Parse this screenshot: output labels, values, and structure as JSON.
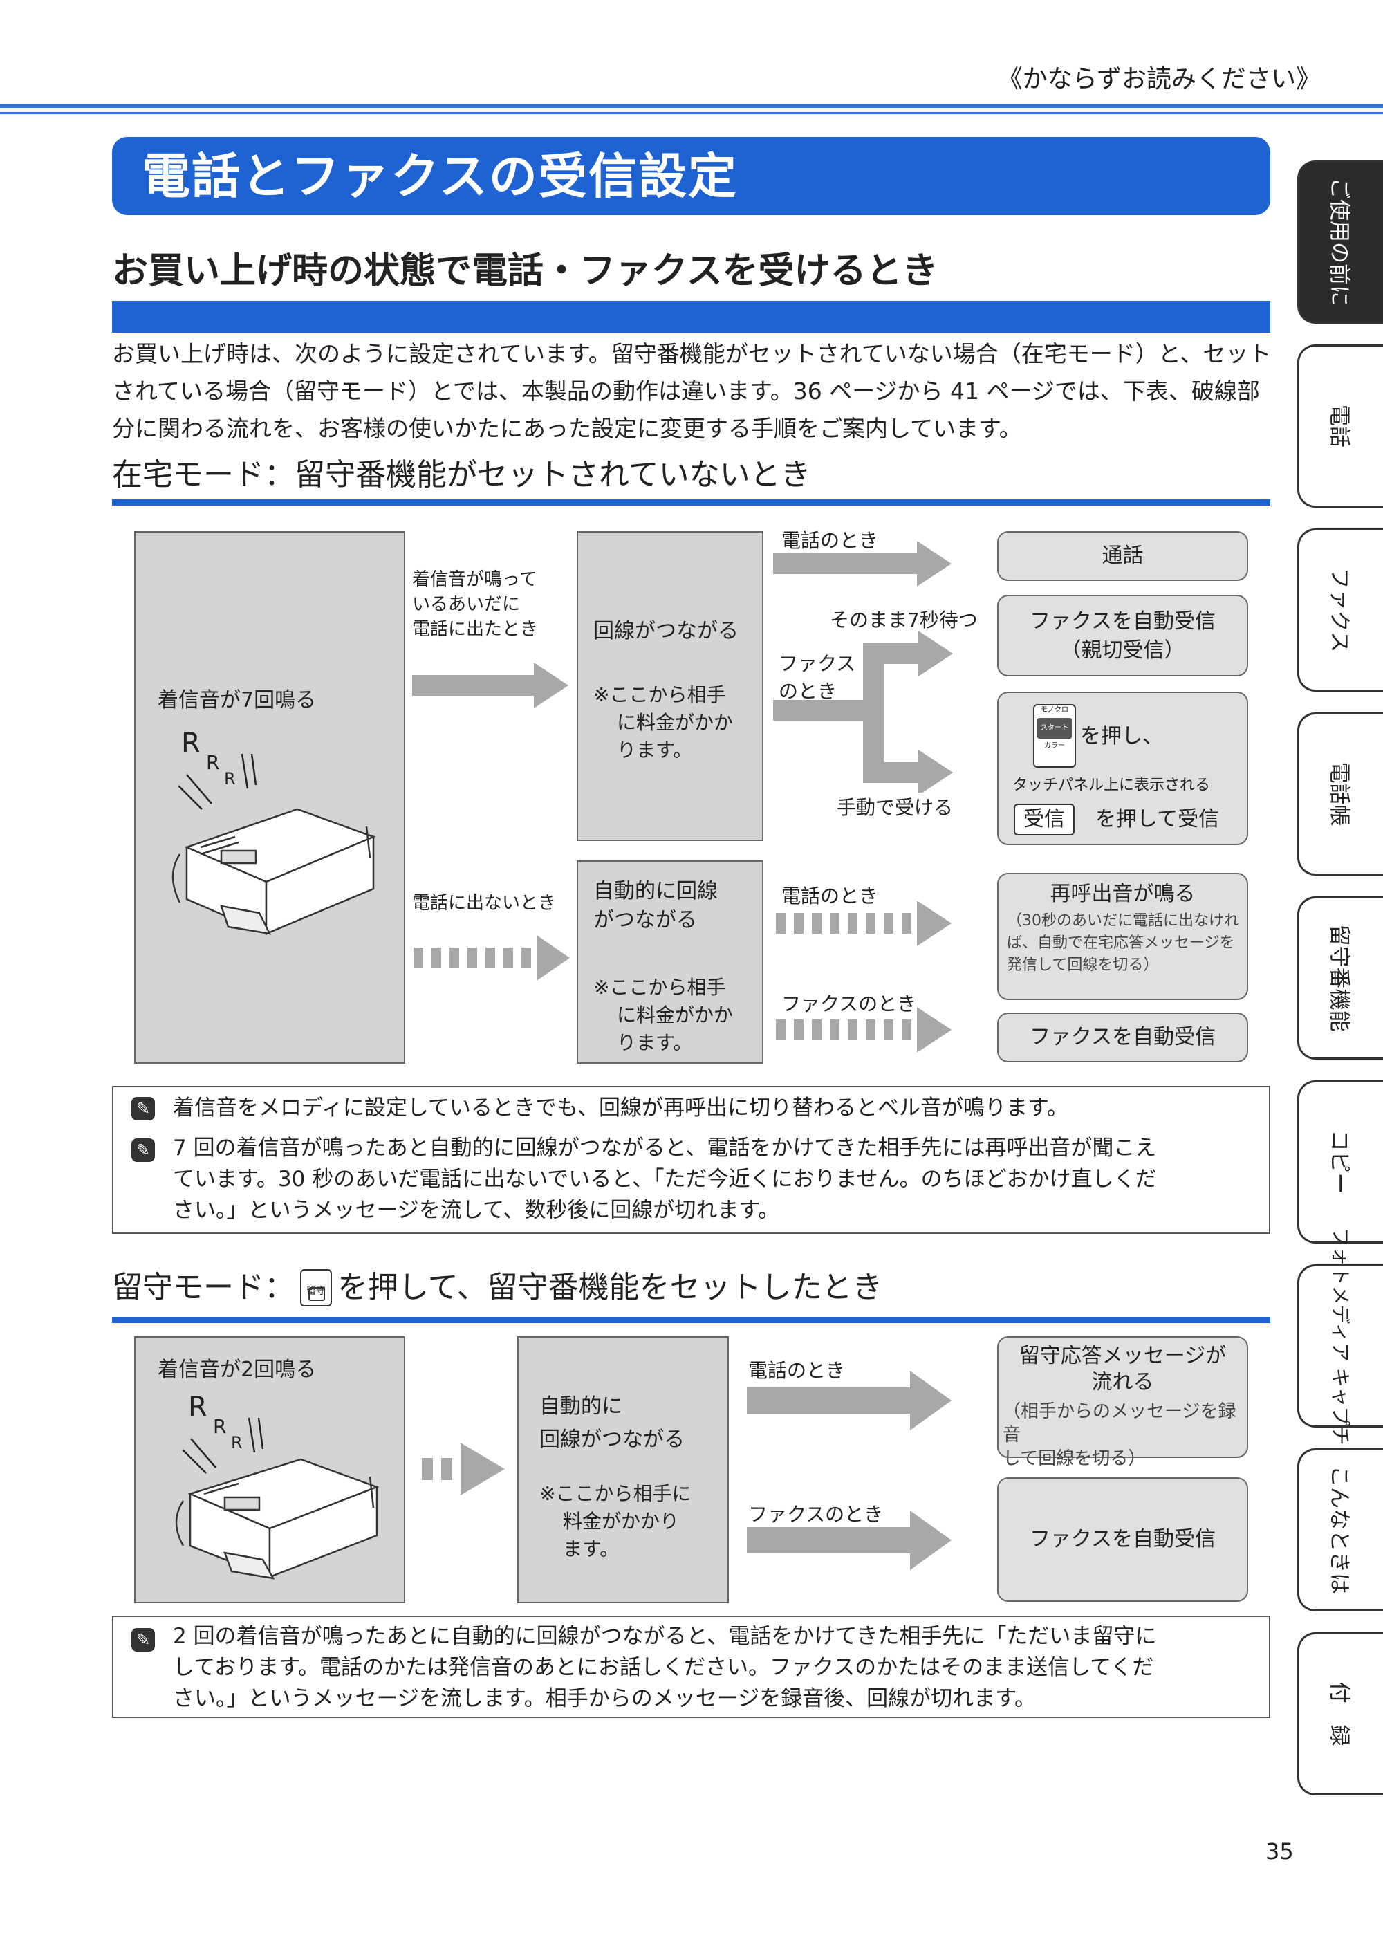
{
  "header": {
    "note": "《かならずお読みください》"
  },
  "page_title": "電話とファクスの受信設定",
  "section1": {
    "title": "お買い上げ時の状態で電話・ファクスを受けるとき",
    "intro": "お買い上げ時は、次のように設定されています。留守番機能がセットされていない場合（在宅モード）と、セットされている場合（留守モード）とでは、本製品の動作は違います。36 ページから 41 ページでは、下表、破線部分に関わる流れを、お客様の使いかたにあった設定に変更する手順をご案内しています。"
  },
  "zaitaku": {
    "heading": "在宅モード：留守番機能がセットされていないとき",
    "ring_label": "着信音が7回鳴る",
    "answer_cond": [
      "着信音が鳴って",
      "いるあいだに",
      "電話に出たとき"
    ],
    "no_answer_cond": "電話に出ないとき",
    "connect_box": {
      "title": "回線がつながる",
      "note": [
        "※ここから相手",
        "に料金がかか",
        "ります。"
      ]
    },
    "auto_box": {
      "title": [
        "自動的に回線",
        "がつながる"
      ],
      "note": [
        "※ここから相手",
        "に料金がかか",
        "ります。"
      ]
    },
    "label_phone_1": "電話のとき",
    "label_fax_1": [
      "ファクス",
      "のとき"
    ],
    "label_wait": "そのまま7秒待つ",
    "label_manual": "手動で受ける",
    "label_phone_2": "電話のとき",
    "label_fax_2": "ファクスのとき",
    "result_call": "通話",
    "result_fax_auto": [
      "ファクスを自動受信",
      "（親切受信）"
    ],
    "result_manual": {
      "key_top": "モノクロ",
      "key_mid": "スタート",
      "key_bottom": "カラー",
      "press": "を押し、",
      "touch_note": "タッチパネル上に表示される",
      "receive_key": "受信",
      "receive_text": "を押して受信"
    },
    "result_recall": {
      "title": "再呼出音が鳴る",
      "desc": [
        "（30秒のあいだに電話に出なけれ",
        "ば、自動で在宅応答メッセージを",
        "発信して回線を切る）"
      ]
    },
    "result_fax_auto_2": "ファクスを自動受信",
    "notes": [
      [
        "着信音をメロディに設定しているときでも、回線が再呼出に切り替わるとベル音が鳴ります。"
      ],
      [
        "7 回の着信音が鳴ったあと自動的に回線がつながると、電話をかけてきた相手先には再呼出音が聞こえ",
        "ています。30 秒のあいだ電話に出ないでいると、「ただ今近くにおりません。のちほどおかけ直しくだ",
        "さい。」というメッセージを流して、数秒後に回線が切れます。"
      ]
    ]
  },
  "rusu": {
    "heading_pre": "留守モード：",
    "heading_key": "留守",
    "heading_post": "を押して、留守番機能をセットしたとき",
    "ring_label": "着信音が2回鳴る",
    "auto_box": {
      "title": [
        "自動的に",
        "回線がつながる"
      ],
      "note": [
        "※ここから相手に",
        "料金がかかり",
        "ます。"
      ]
    },
    "label_phone": "電話のとき",
    "label_fax": "ファクスのとき",
    "result_msg": {
      "title": [
        "留守応答メッセージが",
        "流れる"
      ],
      "desc": [
        "（相手からのメッセージを録音",
        "して回線を切る）"
      ]
    },
    "result_fax": "ファクスを自動受信",
    "note": [
      "2 回の着信音が鳴ったあとに自動的に回線がつながると、電話をかけてきた相手先に「ただいま留守に",
      "しております。電話のかたは発信音のあとにお話しください。ファクスのかたはそのまま送信してくだ",
      "さい。」というメッセージを流します。相手からのメッセージを録音後、回線が切れます。"
    ]
  },
  "ring_letters": [
    "R",
    "R",
    "R"
  ],
  "tabs": [
    "ご使用の前に",
    "電話",
    "ファクス",
    "電話帳",
    "留守番機能",
    "コピー",
    "フォトメディア キャプチャ",
    "こんなときは",
    "付　録"
  ],
  "page_number": "35",
  "colors": {
    "accent": "#1f63d3",
    "box_gray": "#d4d4d4",
    "arrow_gray": "#a8a8a8"
  }
}
